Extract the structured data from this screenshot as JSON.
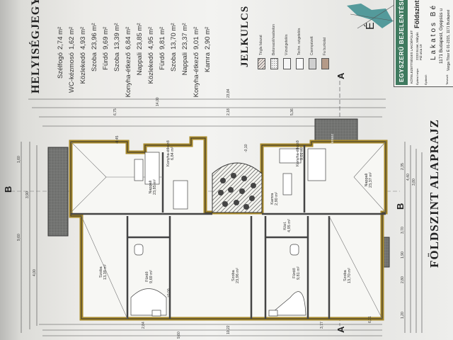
{
  "room_schedule": {
    "title": "HELYISÉGJEGYZÉK",
    "rooms": [
      {
        "name": "Szélfogó",
        "area": "2,74 m²"
      },
      {
        "name": "WC-kézmosó",
        "area": "1,62 m²"
      },
      {
        "name": "Közlekedő",
        "area": "4,93 m²"
      },
      {
        "name": "Szoba",
        "area": "23,96 m²"
      },
      {
        "name": "Fürdő",
        "area": "9,69 m²"
      },
      {
        "name": "Szoba",
        "area": "13,39 m²"
      },
      {
        "name": "Konyha-étkező",
        "area": "6,84 m²"
      },
      {
        "name": "Nappali",
        "area": "23,85 m²"
      },
      {
        "name": "Közlekedő",
        "area": "4,95 m²"
      },
      {
        "name": "Fürdő",
        "area": "9,81 m²"
      },
      {
        "name": "Szoba",
        "area": "13,70 m²"
      },
      {
        "name": "Nappali",
        "area": "23,37 m²"
      },
      {
        "name": "Konyha-étkező",
        "area": "9,01 m²"
      },
      {
        "name": "Kamra",
        "area": "2,90 m²"
      }
    ]
  },
  "legend": {
    "title": "JELKULCS",
    "items": [
      {
        "label": "Tégla falazat",
        "color": "#f0e6e0"
      },
      {
        "label": "Betonacél/vasbeton",
        "color": "#e8e8e8"
      },
      {
        "label": "Vízszigetelés",
        "color": "#f6f6f6"
      },
      {
        "label": "Techn. szigetelés",
        "color": "#fafafa"
      },
      {
        "label": "Csempézett",
        "color": "#cfcfcf"
      },
      {
        "label": "Fa burkolat",
        "color": "#b49a88"
      }
    ]
  },
  "title_block": {
    "header": "EGYSZERŰ BEJELENTÉSI TERV",
    "subheader": "KÖTELEZETTSÉGES LAKÓÉPÜLET",
    "sheet": "Földszint",
    "site_label": "Építési helye:",
    "site": "2233 Ecser, Mátyás Pál utca 19",
    "client_label": "Építtető:",
    "client": "Lakatos Bé",
    "client_address": "1171 Budapest, Gyepsüs u",
    "designer_label": "Tervező:",
    "designer": "Varga Tibor É 01-2315, 1171 Budapest",
    "header_color": "#3f7a5f"
  },
  "compass": {
    "label": "É"
  },
  "drawing": {
    "title": "FÖLDSZINT ALAPRAJZ",
    "section_a": "A",
    "section_b": "B",
    "rooms": [
      {
        "name": "Nappali",
        "area": "23,85 m²"
      },
      {
        "name": "Konyha-étkező",
        "area": "6,84 m²"
      },
      {
        "name": "Szoba",
        "area": "13,39 m²"
      },
      {
        "name": "Fürdő",
        "area": "9,69 m²"
      },
      {
        "name": "Szoba",
        "area": "23,96 m²"
      },
      {
        "name": "Fürdő",
        "area": "9,81 m²"
      },
      {
        "name": "Szoba",
        "area": "13,70 m²"
      },
      {
        "name": "Nappali",
        "area": "23,37 m²"
      },
      {
        "name": "Konyha-étkező",
        "area": "9,01 m²"
      },
      {
        "name": "Kamra",
        "area": "2,90 m²"
      },
      {
        "name": "Közl.",
        "area": "4,95 m²"
      },
      {
        "name": "Terasz",
        "area": ""
      }
    ],
    "dimensions_top": [
      "23,84",
      "14,00",
      "2,18",
      "6,75",
      "5,36"
    ],
    "dimensions_bottom": [
      "10,22",
      "3,77",
      "9,60",
      "2,84",
      "6,31"
    ],
    "dimensions_right": [
      "2,35",
      "4,40",
      "3,80",
      "3,70",
      "1,90",
      "2,80",
      "1,20"
    ],
    "dimensions_left": [
      "1,60",
      "3,90",
      "4,00",
      "9,60"
    ],
    "levels": [
      "±0,00",
      "-0,10",
      "-0,45"
    ]
  }
}
